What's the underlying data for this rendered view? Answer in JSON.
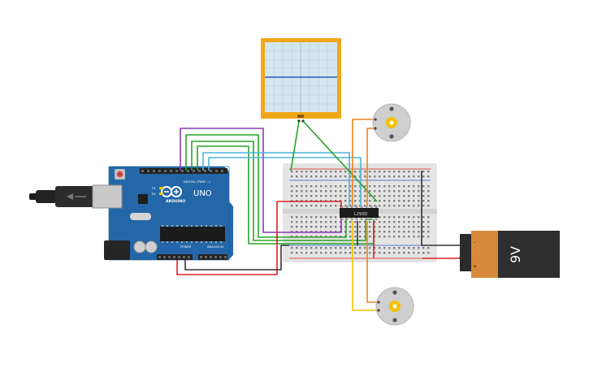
{
  "arduino": {
    "brand": "ARDUINO",
    "model": "UNO",
    "digital_label": "DIGITAL (PWM ~)",
    "power_label": "POWER",
    "analog_label": "ANALOG IN",
    "tx_label": "TX",
    "rx_label": "RX"
  },
  "ic": {
    "label": "L293D"
  },
  "battery": {
    "label": "9V",
    "minus": "-",
    "plus": "+"
  },
  "colors": {
    "board": "#2467a8",
    "wire_red": "#e02020",
    "wire_black": "#333333",
    "wire_green": "#29a329",
    "wire_purple": "#8a3ab0",
    "wire_cyan": "#4fb3d9",
    "wire_orange": "#e8861a",
    "wire_yellow": "#f2c200",
    "oscilloscope_frame": "#f0a818",
    "battery_body": "#2e2e2e",
    "battery_cap": "#d88a3a"
  }
}
